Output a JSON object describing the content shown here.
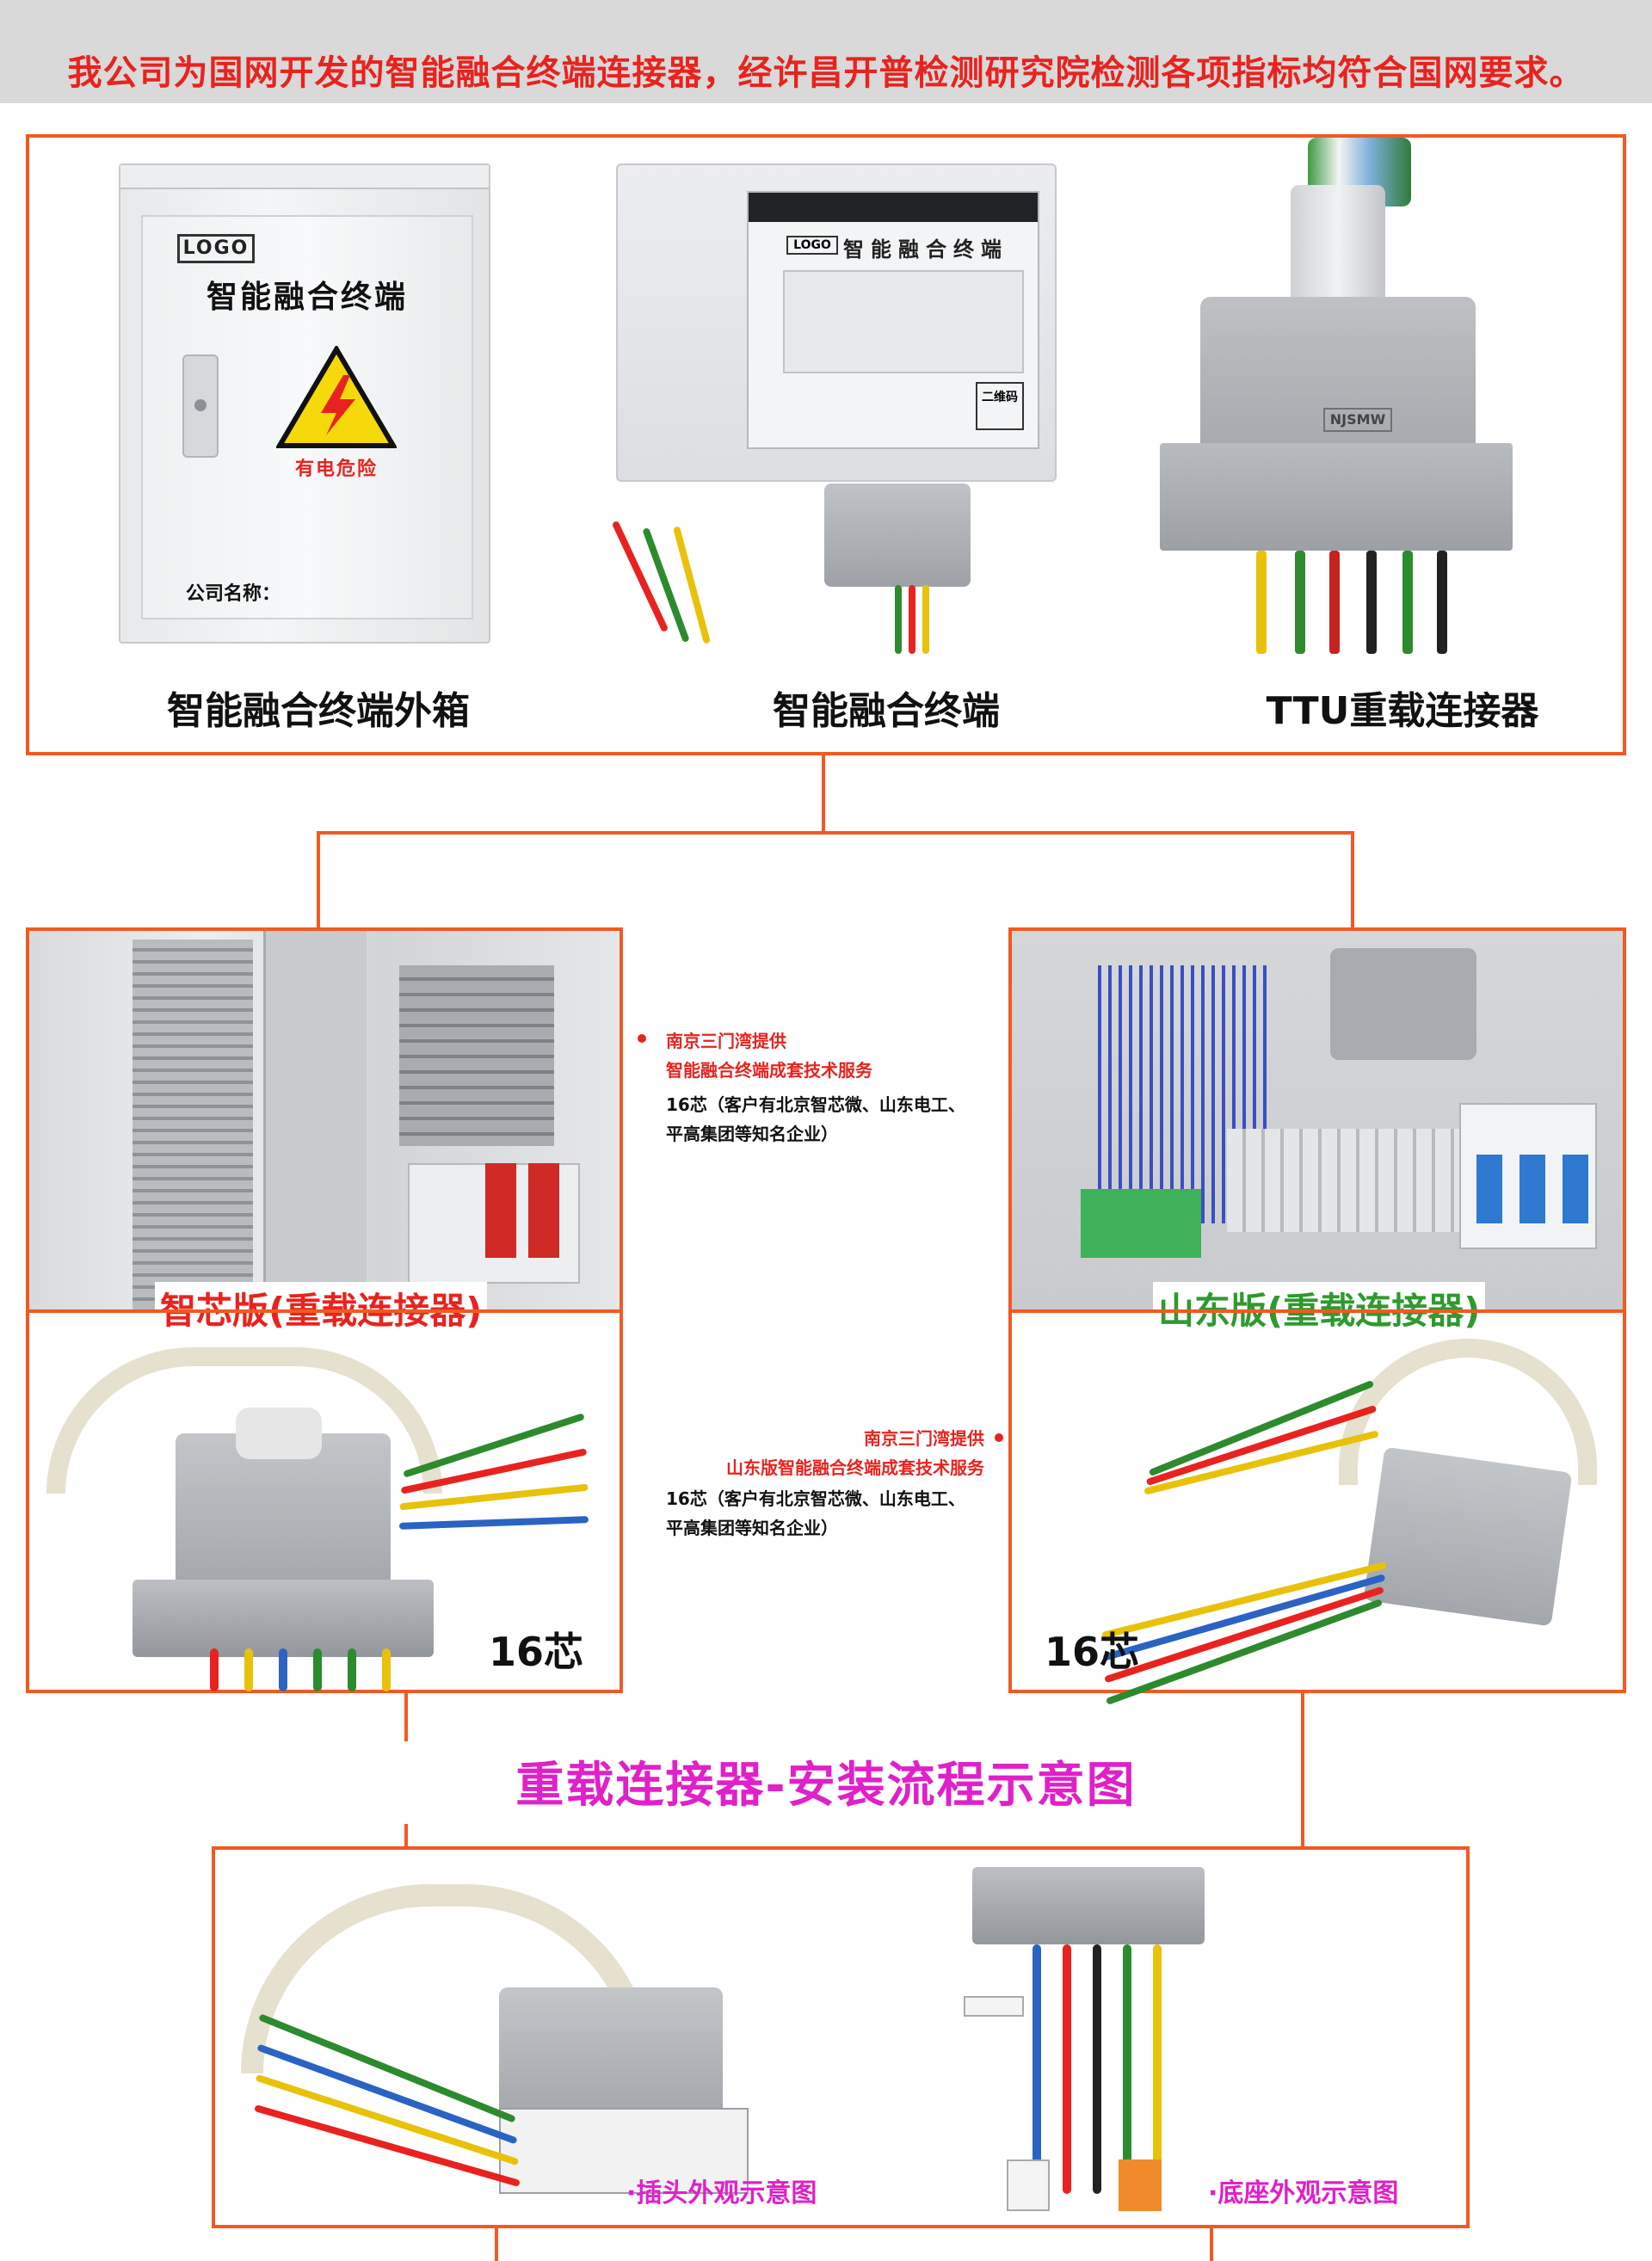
{
  "banner": {
    "text": "我公司为国网开发的智能融合终端连接器，经许昌开普检测研究院检测各项指标均符合国网要求。"
  },
  "top_section": {
    "items": [
      {
        "caption": "智能融合终端外箱",
        "label_logo": "LOGO",
        "label_title": "智能融合终端",
        "label_warning": "有电危险",
        "label_company": "公司名称："
      },
      {
        "caption": "智能融合终端",
        "label_logo": "LOGO",
        "label_title": "智能融合终端",
        "label_qr": "二维码"
      },
      {
        "caption": "TTU重载连接器",
        "label_brand": "NJSMW"
      }
    ]
  },
  "middle_section": {
    "left": {
      "version_label": "智芯版(重载连接器)",
      "core_label": "16芯",
      "version_color": "#e8231f"
    },
    "right": {
      "version_label": "山东版(重载连接器)",
      "core_label": "16芯",
      "version_color": "#2e9a2e"
    },
    "note_top": {
      "line1": "南京三门湾提供",
      "line2": "智能融合终端成套技术服务",
      "line3": "16芯（客户有北京智芯微、山东电工、",
      "line4": "平高集团等知名企业）"
    },
    "note_bottom": {
      "line1": "南京三门湾提供",
      "line2": "山东版智能融合终端成套技术服务",
      "line3": "16芯（客户有北京智芯微、山东电工、",
      "line4": "平高集团等知名企业）"
    }
  },
  "flow": {
    "title": "重载连接器-安装流程示意图",
    "plug_label": "·插头外观示意图",
    "socket_label": "·底座外观示意图"
  },
  "colors": {
    "accent_orange": "#f05a22",
    "red": "#e8231f",
    "green": "#2e9a2e",
    "magenta": "#e020c8",
    "banner_bg": "#d9d9d9"
  }
}
